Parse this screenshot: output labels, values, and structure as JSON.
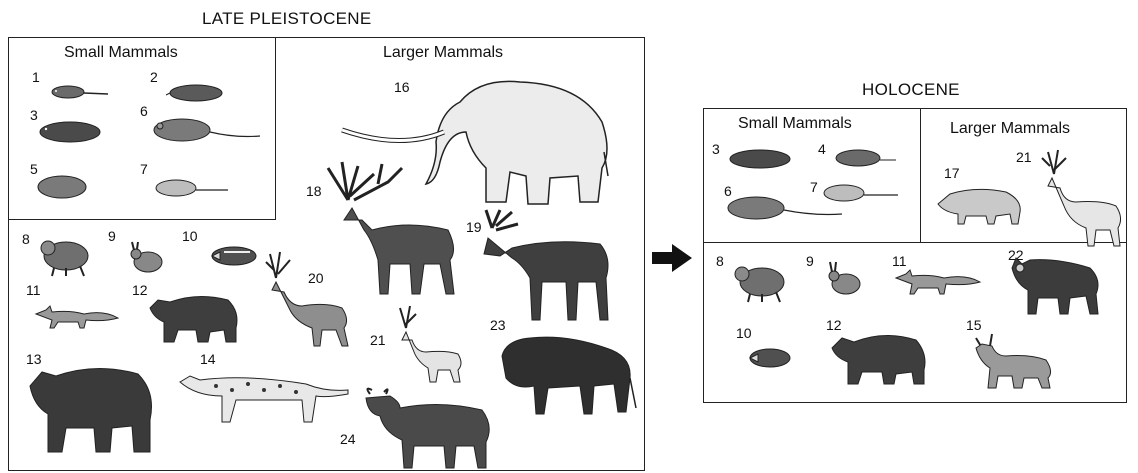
{
  "pleistocene": {
    "title": "LATE PLEISTOCENE",
    "small_title": "Small Mammals",
    "large_title": "Larger Mammals",
    "labels": [
      "1",
      "2",
      "3",
      "6",
      "5",
      "7",
      "16",
      "18",
      "19",
      "8",
      "9",
      "10",
      "11",
      "12",
      "20",
      "21",
      "23",
      "13",
      "14",
      "24"
    ]
  },
  "holocene": {
    "title": "HOLOCENE",
    "small_title": "Small Mammals",
    "large_title": "Larger Mammals",
    "labels": [
      "3",
      "4",
      "6",
      "7",
      "17",
      "21",
      "8",
      "9",
      "11",
      "22",
      "10",
      "12",
      "15"
    ]
  },
  "icons": {
    "arrow": "arrow-right-icon",
    "animals": [
      "mole-icon",
      "shrew-icon",
      "vole-icon",
      "rat-icon",
      "mammoth-icon",
      "giant-deer-icon",
      "moose-icon",
      "monkey-icon",
      "hare-icon",
      "badger-icon",
      "fox-icon",
      "bear-icon",
      "deer-icon",
      "leopard-icon",
      "bison-icon",
      "aurochs-icon",
      "boar-icon",
      "serow-icon",
      "lynx-icon"
    ]
  },
  "colors": {
    "ink": "#222222",
    "dark_fill": "#5a5a5a",
    "light_fill": "#d8d8d8",
    "paper": "#ffffff"
  }
}
